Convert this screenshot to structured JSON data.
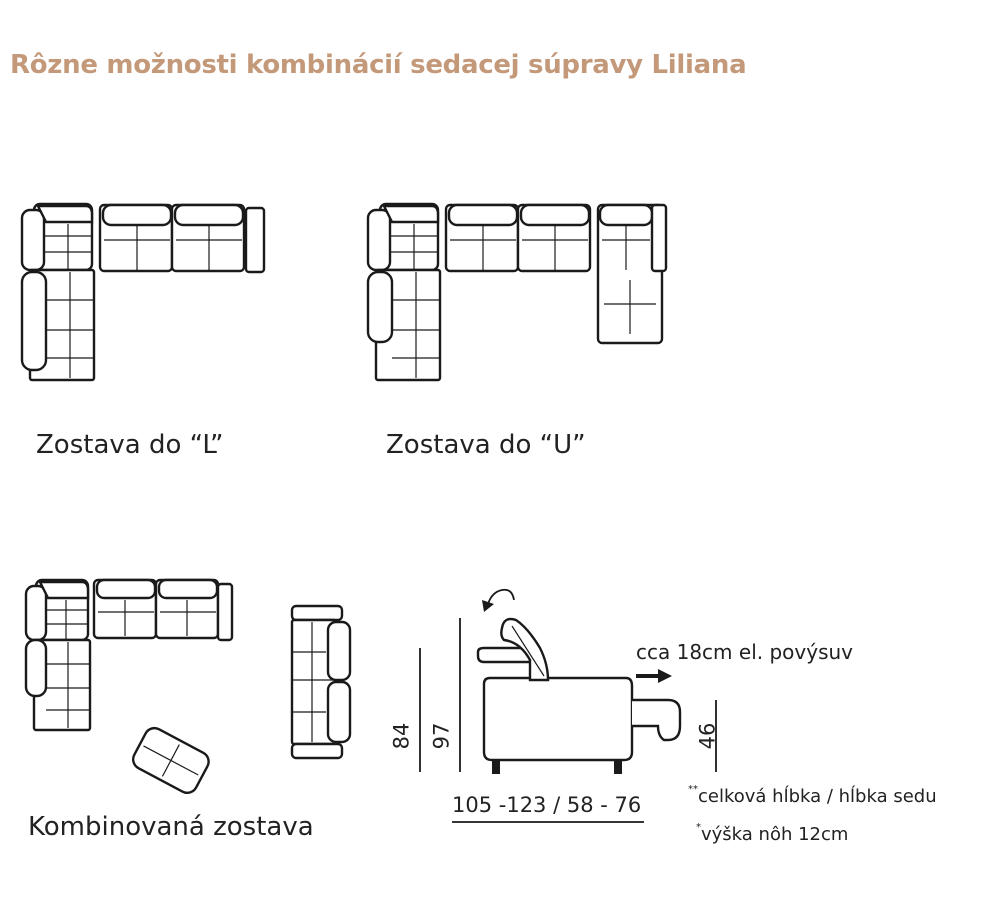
{
  "title": "Rôzne možnosti kombinácií sedacej súpravy Liliana",
  "labels": {
    "l_set": "Zostava do “L”",
    "u_set": "Zostava do “U”",
    "combo_set": "Kombinovaná zostava"
  },
  "side_view": {
    "extension_note": "cca 18cm el. povýsuv",
    "dim_84": "84",
    "dim_97": "97",
    "dim_46": "46",
    "depth": "105 -123 / 58 - 76"
  },
  "footnotes": {
    "depth_mark": "**",
    "depth_text": "celková hĺbka / hĺbka sedu",
    "legs_mark": "*",
    "legs_text": "výška nôh 12cm"
  }
}
